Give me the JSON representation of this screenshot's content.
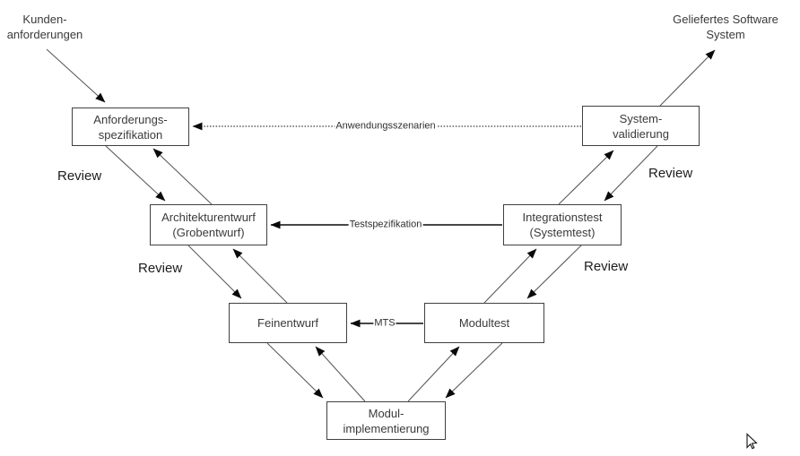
{
  "colors": {
    "background": "#ffffff",
    "box_border": "#404040",
    "box_text": "#3a3a3a",
    "diagonal_line": "#5a5a5a",
    "connector_line": "#0a0a0a",
    "review_text": "#1c1c1c"
  },
  "free_labels": {
    "customer_requirements": {
      "lines": [
        "Kunden-",
        "anforderungen"
      ]
    },
    "delivered_system": {
      "lines": [
        "Geliefertes Software",
        "System"
      ]
    },
    "review": "Review"
  },
  "boxes": {
    "anforderungsspezifikation": {
      "lines": [
        "Anforderungs-",
        "spezifikation"
      ]
    },
    "systemvalidierung": {
      "lines": [
        "System-",
        "validierung"
      ]
    },
    "architekturentwurf": {
      "lines": [
        "Architekturentwurf",
        "(Grobentwurf)"
      ]
    },
    "integrationstest": {
      "lines": [
        "Integrationstest",
        "(Systemtest)"
      ]
    },
    "feinentwurf": {
      "lines": [
        "Feinentwurf"
      ]
    },
    "modultest": {
      "lines": [
        "Modultest"
      ]
    },
    "modulimplementierung": {
      "lines": [
        "Modul-",
        "implementierung"
      ]
    }
  },
  "connectors": {
    "anwendungsszenarien": {
      "label": "Anwendungsszenarien",
      "style": "dotted"
    },
    "testspezifikation": {
      "label": "Testspezifikation",
      "style": "solid"
    },
    "mts": {
      "label": "MTS",
      "style": "solid"
    }
  }
}
